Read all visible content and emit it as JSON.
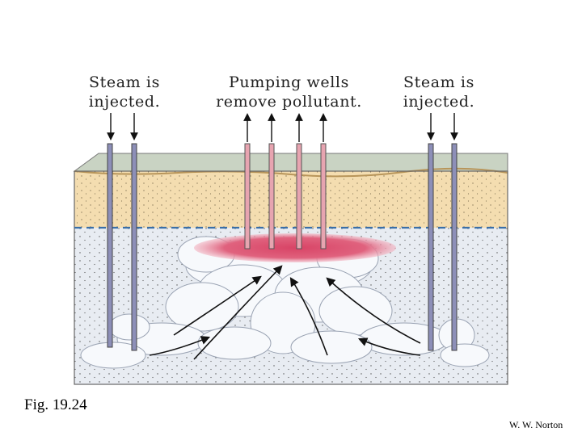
{
  "labels": {
    "left": [
      "Steam is",
      "injected."
    ],
    "middle": [
      "Pumping wells",
      "remove pollutant."
    ],
    "right": [
      "Steam is",
      "injected."
    ]
  },
  "caption": "Fig. 19.24",
  "credit": "W. W. Norton",
  "colors": {
    "surface": "#c9d3c3",
    "unsaturated_zone": "#f4ddb0",
    "saturated_zone": "#e8ecf2",
    "water_table": "#3a6fa8",
    "pollutant_plume": "#d9506c",
    "steam_pipe": "#8d8fb8",
    "pumping_pipe": "#e7a4b0",
    "steam_cloud": "#f7f9fc"
  },
  "icons": [
    "down-arrow-icon",
    "up-arrow-icon",
    "flow-arrow-icon"
  ]
}
